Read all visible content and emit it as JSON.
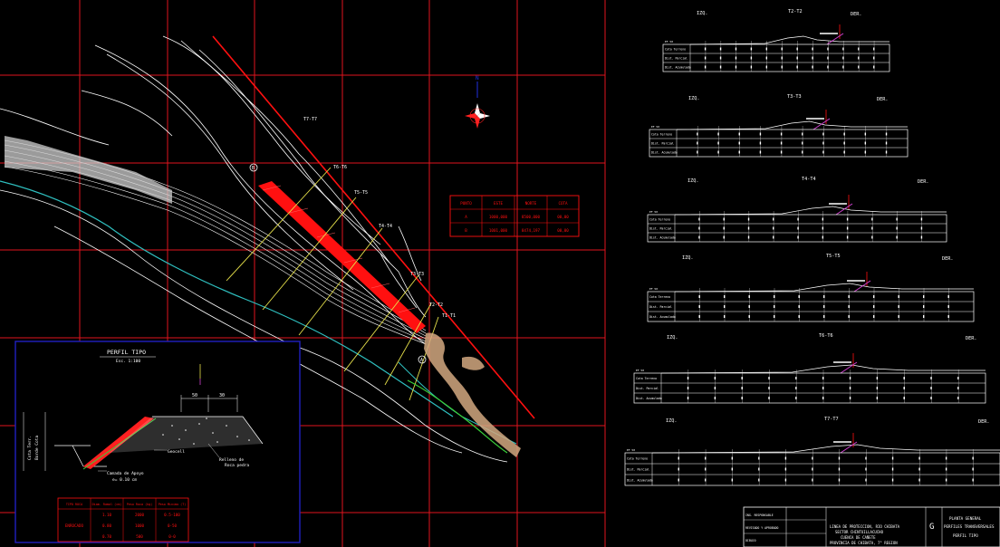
{
  "colors": {
    "background": "#000000",
    "grid": "#e0141e",
    "white": "#ffffff",
    "red": "#ff1010",
    "yellow": "#e6e04a",
    "cyan": "#2fc0c0",
    "green": "#3ad03a",
    "magenta": "#d040d0",
    "blue": "#2020c0",
    "tan": "#d2a880"
  },
  "map": {
    "north_label": "N",
    "point_labels": [
      "B",
      "A"
    ],
    "section_labels": [
      "T7-T7",
      "T6-T6",
      "T5-T5",
      "T4-T4",
      "T3-T3",
      "T2-T2",
      "T1-T1"
    ],
    "coord_table": {
      "headers": [
        "PUNTO",
        "ESTE",
        "NORTE",
        "COTA"
      ],
      "rows": [
        [
          "A",
          "1000,000",
          "8500,000",
          "00,00"
        ],
        [
          "B",
          "1001,000",
          "8474,197",
          "00,00"
        ]
      ]
    }
  },
  "perfil_tipo": {
    "title": "PERFIL TIPO",
    "scale": "Esc.  1:100",
    "dims": [
      "50",
      "30"
    ],
    "labels": {
      "geocell": "Geocell",
      "relleno": "Relleno de\nRoca pedra",
      "camada": "Camada de Apoyo",
      "espesor": "e= 0.10 cm"
    },
    "vertical_texts": [
      "Cota Terr.",
      "Borde Cota"
    ],
    "table": {
      "headers": [
        "TIPO ROCA",
        "Diam. Ramal (cm)",
        "Peso Roca (kg)",
        "Peso Minimo (T)"
      ],
      "rows": [
        [
          "",
          "1.10",
          "2000",
          "0.5-100"
        ],
        [
          "ENROCADO",
          "0.80",
          "1000",
          "0-50"
        ],
        [
          "",
          "0.70",
          "500",
          "0-0"
        ]
      ]
    }
  },
  "profiles": [
    {
      "name": "T2-T2",
      "izq": "IZQ.",
      "der": "DER."
    },
    {
      "name": "T3-T3",
      "izq": "IZQ.",
      "der": "DER."
    },
    {
      "name": "T4-T4",
      "izq": "IZQ.",
      "der": "DER."
    },
    {
      "name": "T5-T5",
      "izq": "IZQ.",
      "der": "DER."
    },
    {
      "name": "T6-T6",
      "izq": "IZQ.",
      "der": "DER."
    },
    {
      "name": "T7-T7",
      "izq": "IZQ.",
      "der": "DER."
    }
  ],
  "profile_rows": [
    "Cota Terreno",
    "Dist. Parcial",
    "Dist. Acumulada"
  ],
  "profile_ref": "EF 50",
  "title_block": {
    "left_rows": [
      "ING. RESPONSABLE",
      "REVISADO Y APROBADO",
      "DIBUJO"
    ],
    "center": [
      "LINEA DE PROTECCION, RIO CHIBATA",
      "SECTOR CHINTUILLACUCHO",
      "CUENCA DE CAÑETE",
      "PROVINCIA DE CHIBATA, 7° REGION"
    ],
    "letter": "G",
    "right": [
      "PLANTA GENERAL",
      "PERFILES TRANSVERSALES",
      "PERFIL TIPO"
    ]
  }
}
